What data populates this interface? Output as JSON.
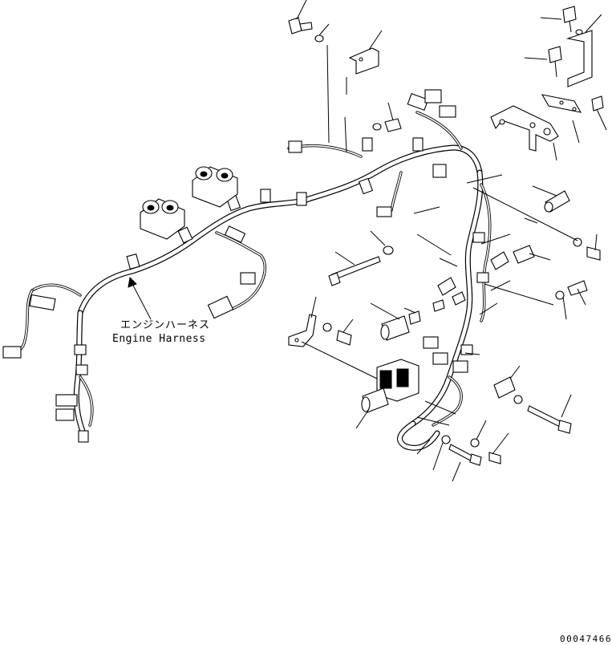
{
  "diagram": {
    "label_jp": "エンジンハーネス",
    "label_en": "Engine Harness",
    "drawing_number": "00047466"
  }
}
